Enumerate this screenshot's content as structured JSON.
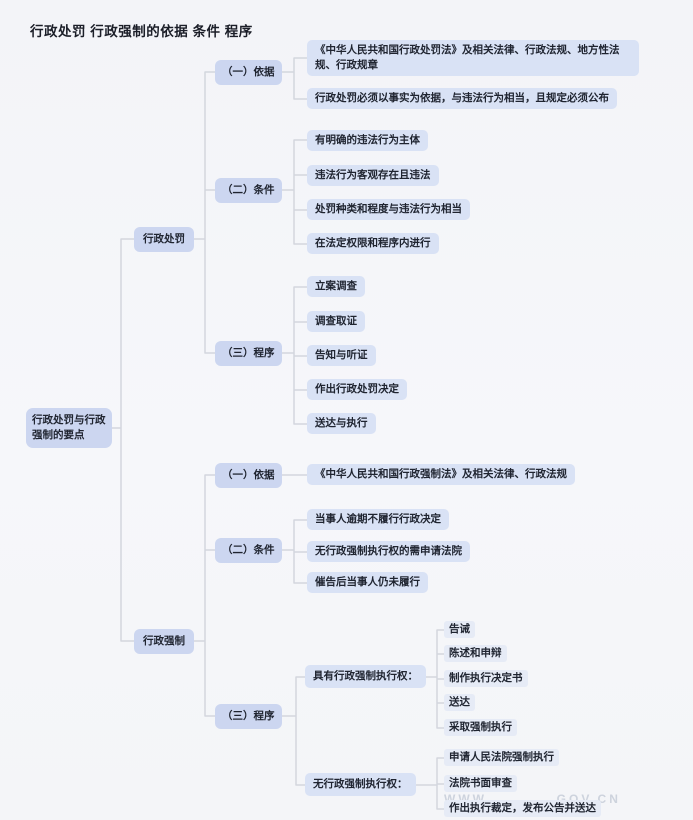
{
  "page_title": "行政处罚 行政强制的依据 条件 程序",
  "colors": {
    "category_node_bg": "#ccd6f0",
    "leaf_node_bg": "#d9e2f5",
    "subleaf_node_bg": "#e6ebf6",
    "connector_line": "#d3d6de",
    "title_text": "#1b1e28"
  },
  "watermark": {
    "left": "WWW.",
    "right": "GOV.CN"
  },
  "mindmap": {
    "root": {
      "label": "行政处罚与行政强制的要点"
    },
    "branches": [
      {
        "label": "行政处罚",
        "children": [
          {
            "label": "（一）依据",
            "children": [
              {
                "label": "《中华人民共和国行政处罚法》及相关法律、行政法规、地方性法规、行政规章"
              },
              {
                "label": "行政处罚必须以事实为依据，与违法行为相当，且规定必须公布"
              }
            ]
          },
          {
            "label": "（二）条件",
            "children": [
              {
                "label": "有明确的违法行为主体"
              },
              {
                "label": "违法行为客观存在且违法"
              },
              {
                "label": "处罚种类和程度与违法行为相当"
              },
              {
                "label": "在法定权限和程序内进行"
              }
            ]
          },
          {
            "label": "（三）程序",
            "children": [
              {
                "label": "立案调查"
              },
              {
                "label": "调查取证"
              },
              {
                "label": "告知与听证"
              },
              {
                "label": "作出行政处罚决定"
              },
              {
                "label": "送达与执行"
              }
            ]
          }
        ]
      },
      {
        "label": "行政强制",
        "children": [
          {
            "label": "（一）依据",
            "children": [
              {
                "label": "《中华人民共和国行政强制法》及相关法律、行政法规"
              }
            ]
          },
          {
            "label": "（二）条件",
            "children": [
              {
                "label": "当事人逾期不履行行政决定"
              },
              {
                "label": "无行政强制执行权的需申请法院"
              },
              {
                "label": "催告后当事人仍未履行"
              }
            ]
          },
          {
            "label": "（三）程序",
            "children": [
              {
                "label": "具有行政强制执行权：",
                "children": [
                  {
                    "label": "告诫"
                  },
                  {
                    "label": "陈述和申辩"
                  },
                  {
                    "label": "制作执行决定书"
                  },
                  {
                    "label": "送达"
                  },
                  {
                    "label": "采取强制执行"
                  }
                ]
              },
              {
                "label": "无行政强制执行权：",
                "children": [
                  {
                    "label": "申请人民法院强制执行"
                  },
                  {
                    "label": "法院书面审查"
                  },
                  {
                    "label": "作出执行裁定，发布公告并送达"
                  }
                ]
              }
            ]
          }
        ]
      }
    ]
  }
}
